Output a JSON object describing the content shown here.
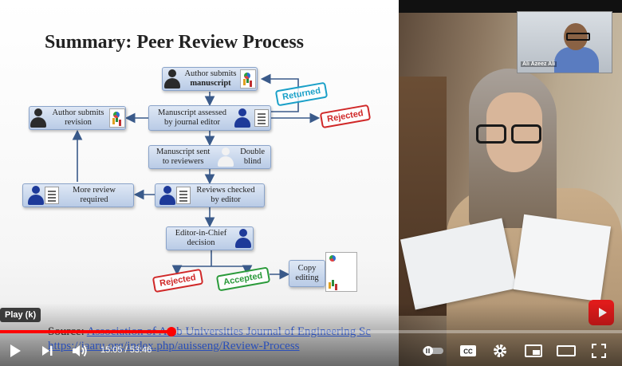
{
  "slide": {
    "title": "Summary: Peer Review Process",
    "boxes": {
      "author_submits": "Author submits",
      "manuscript": "manuscript",
      "assessed": "Manuscript assessed by journal editor",
      "sent": "Manuscript sent to reviewers",
      "double_blind": "Double blind",
      "reviews_checked": "Reviews checked by editor",
      "more_review": "More review required",
      "revision": "Author submits revision",
      "eic": "Editor-in-Chief decision",
      "copy": "Copy editing"
    },
    "stamps": {
      "returned": "Returned",
      "rejected_top": "Rejected",
      "rejected_bottom": "Rejected",
      "accepted": "Accepted"
    },
    "source_label": "Source:",
    "source_link": "Association of Arab Universities Journal of Engineering Sc",
    "source_url": "https://jaaru.org/index.php/auisseng/Review-Process"
  },
  "webcam": {
    "name": "Ali Azeez Ali"
  },
  "player": {
    "tooltip": "Play (k)",
    "current_time": "15:05",
    "separator": " / ",
    "duration": "53:46",
    "progress": 0.275,
    "accent_color": "#ff0000"
  },
  "icons": {
    "play": "play-icon",
    "next": "next-icon",
    "volume": "volume-icon",
    "autoplay": "autoplay-toggle-icon",
    "captions": "captions-icon",
    "settings": "gear-icon",
    "miniplayer": "miniplayer-icon",
    "theater": "theater-icon",
    "fullscreen": "fullscreen-icon",
    "logo": "youtube-logo-icon"
  }
}
